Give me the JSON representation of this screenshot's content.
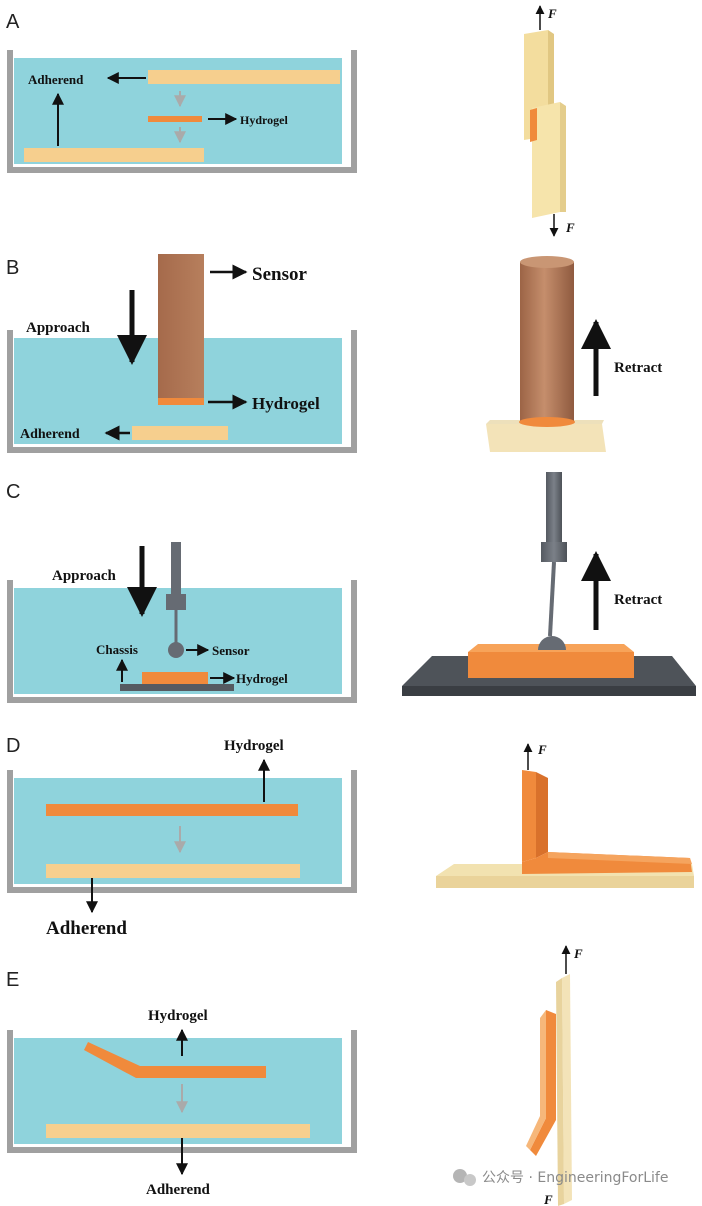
{
  "panels": {
    "a": {
      "letter": "A",
      "adherend": "Adherend",
      "hydrogel": "Hydrogel",
      "force_top": "F",
      "force_bottom": "F"
    },
    "b": {
      "letter": "B",
      "sensor": "Sensor",
      "approach": "Approach",
      "hydrogel": "Hydrogel",
      "adherend": "Adherend",
      "retract": "Retract"
    },
    "c": {
      "letter": "C",
      "approach": "Approach",
      "chassis": "Chassis",
      "sensor": "Sensor",
      "hydrogel": "Hydrogel",
      "retract": "Retract"
    },
    "d": {
      "letter": "D",
      "hydrogel": "Hydrogel",
      "adherend": "Adherend",
      "force": "F"
    },
    "e": {
      "letter": "E",
      "hydrogel": "Hydrogel",
      "adherend": "Adherend",
      "force_top": "F",
      "force_bottom": "F"
    }
  },
  "watermark": {
    "text": "公众号 · EngineeringForLife"
  },
  "colors": {
    "water": "#8fd3dc",
    "tank": "#a0a0a0",
    "hydrogel": "#f08a3c",
    "adherend": "#f6cf8e",
    "sensor_rod": "#b57a5a",
    "probe": "#666b73",
    "plate": "#555a61"
  }
}
